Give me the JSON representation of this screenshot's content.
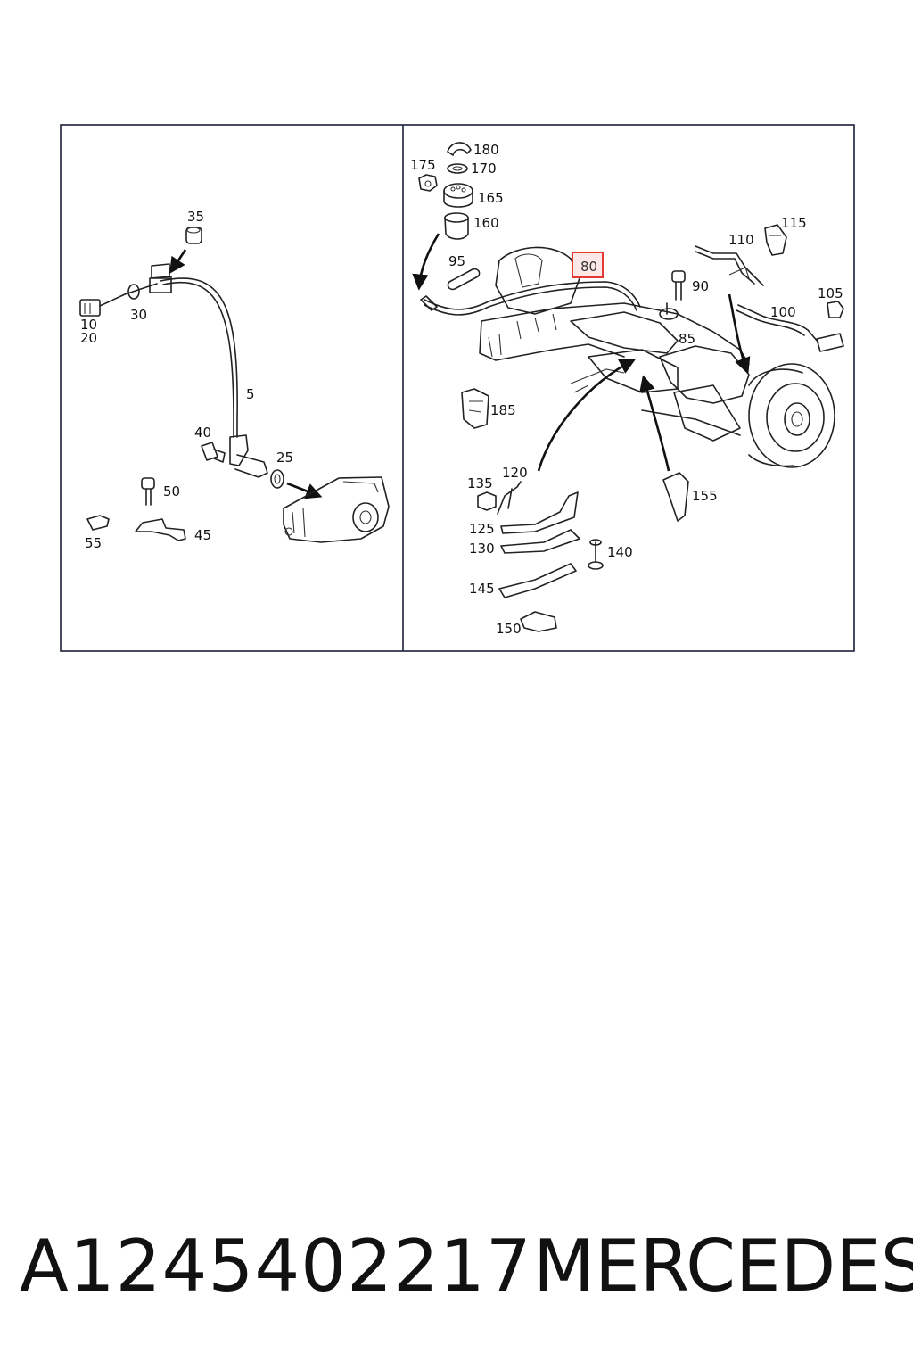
{
  "diagram": {
    "left_panel_labels": {
      "l35": "35",
      "l30": "30",
      "l10": "10",
      "l20": "20",
      "l5": "5",
      "l40": "40",
      "l25": "25",
      "l50": "50",
      "l45": "45",
      "l55": "55"
    },
    "right_panel_labels": {
      "l180": "180",
      "l175": "175",
      "l170": "170",
      "l165": "165",
      "l160": "160",
      "l95": "95",
      "l80": "80",
      "l115": "115",
      "l110": "110",
      "l90": "90",
      "l105": "105",
      "l100": "100",
      "l85": "85",
      "l185": "185",
      "l135": "135",
      "l120": "120",
      "l155": "155",
      "l125": "125",
      "l130": "130",
      "l140": "140",
      "l145": "145",
      "l150": "150"
    },
    "highlight_color": "#e53935"
  },
  "caption": {
    "part_number": "A1245402217",
    "brand": "MERCEDES"
  }
}
